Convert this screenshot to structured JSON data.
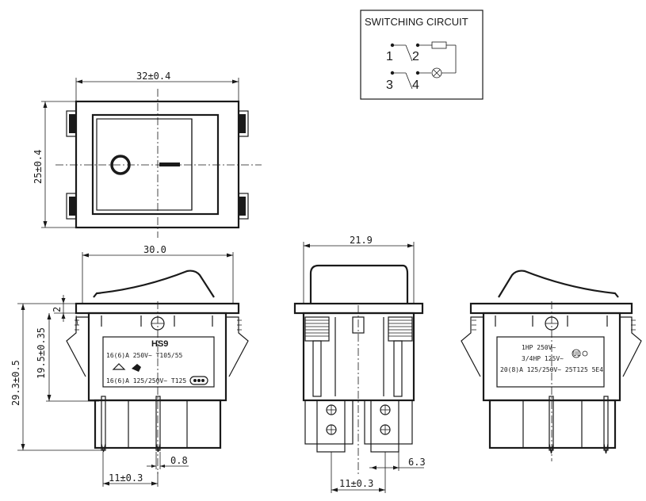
{
  "circuit": {
    "title": "SWITCHING CIRCUIT",
    "terminals": [
      "1",
      "2",
      "3",
      "4"
    ]
  },
  "dimensions": {
    "top_width": "32±0.4",
    "top_height": "25±0.4",
    "front_width": "30.0",
    "side_width": "21.9",
    "rocker_step": "2",
    "body_height": "19.5±0.35",
    "total_height": "29.3±0.5",
    "pin_width": "0.8",
    "pin_pitch_front": "11±0.3",
    "pin_pitch_side": "11±0.3",
    "tab_width": "6.3"
  },
  "front_label": {
    "model": "HS9",
    "line1": "16(6)A 250V~ T105/55",
    "line2": "16(6)A 125/250V~ T125"
  },
  "back_label": {
    "line1": "1HP 250V~",
    "line2": "3/4HP 125V~",
    "line3": "20(8)A 125/250V~ 25T125 5E4"
  }
}
